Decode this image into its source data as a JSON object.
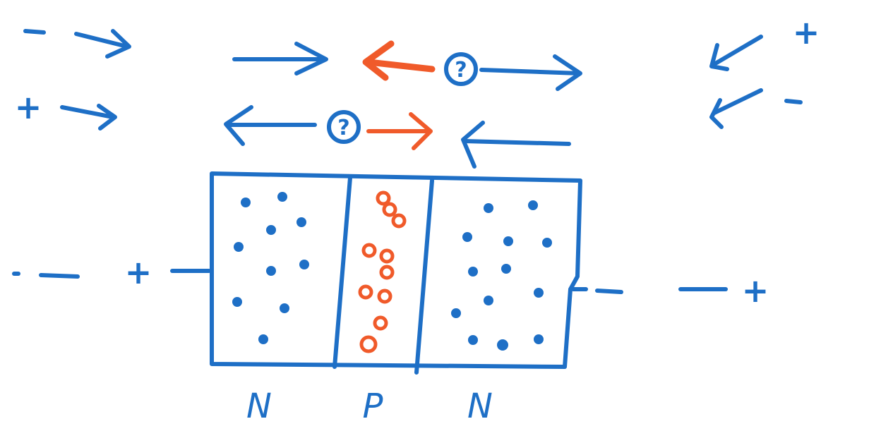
{
  "colors": {
    "ink_blue": "#1e6fc6",
    "ink_red": "#f05a2a",
    "background": "#ffffff"
  },
  "labels": {
    "region_left": "N",
    "region_middle": "P",
    "region_right": "N",
    "question_mark": "?"
  },
  "signs": {
    "minus": "−",
    "plus": "+"
  }
}
